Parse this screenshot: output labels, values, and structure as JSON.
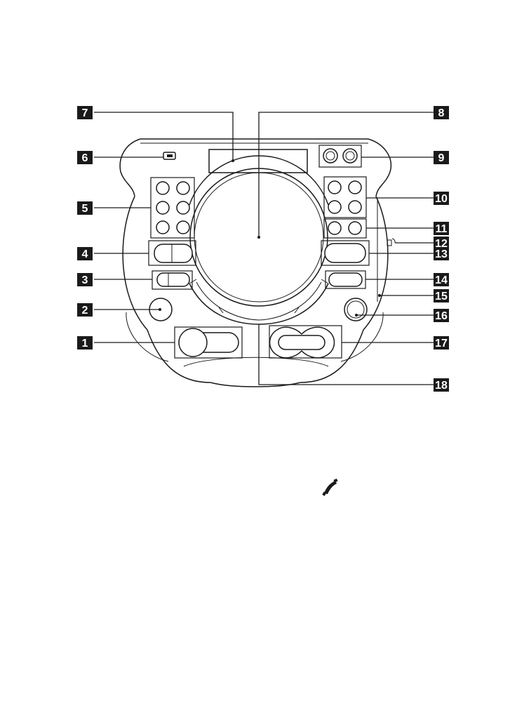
{
  "callouts": [
    {
      "id": 1,
      "label": "1"
    },
    {
      "id": 2,
      "label": "2"
    },
    {
      "id": 3,
      "label": "3"
    },
    {
      "id": 4,
      "label": "4"
    },
    {
      "id": 5,
      "label": "5"
    },
    {
      "id": 6,
      "label": "6"
    },
    {
      "id": 7,
      "label": "7"
    },
    {
      "id": 8,
      "label": "8"
    },
    {
      "id": 9,
      "label": "9"
    },
    {
      "id": 10,
      "label": "10"
    },
    {
      "id": 11,
      "label": "11"
    },
    {
      "id": 12,
      "label": "12"
    },
    {
      "id": 13,
      "label": "13"
    },
    {
      "id": 14,
      "label": "14"
    },
    {
      "id": 15,
      "label": "15"
    },
    {
      "id": 16,
      "label": "16"
    },
    {
      "id": 17,
      "label": "17"
    },
    {
      "id": 18,
      "label": "18"
    }
  ],
  "icons": {
    "usb_port": "usb-icon",
    "nfc_mark": "nfc-icon",
    "phone": "phone-handset-icon"
  },
  "colors": {
    "line": "#1a1a1a",
    "background": "#ffffff"
  }
}
